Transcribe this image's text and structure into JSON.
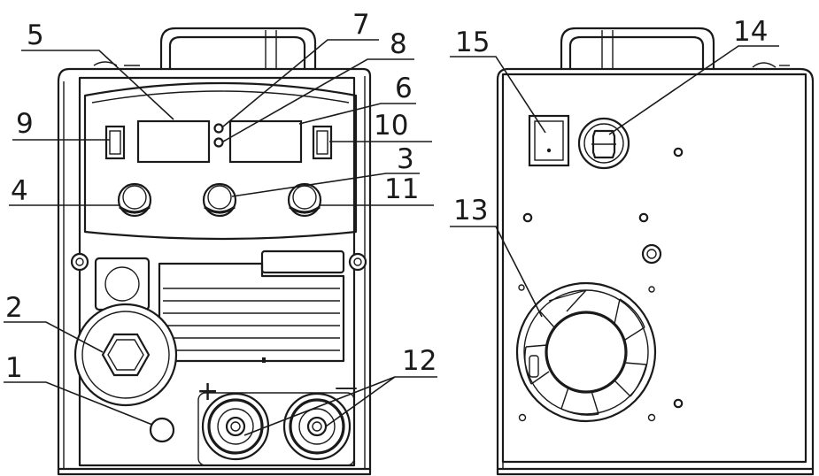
{
  "callouts": [
    {
      "id": "1",
      "text": "1"
    },
    {
      "id": "2",
      "text": "2"
    },
    {
      "id": "3",
      "text": "3"
    },
    {
      "id": "4",
      "text": "4"
    },
    {
      "id": "5",
      "text": "5"
    },
    {
      "id": "6",
      "text": "6"
    },
    {
      "id": "7",
      "text": "7"
    },
    {
      "id": "8",
      "text": "8"
    },
    {
      "id": "9",
      "text": "9"
    },
    {
      "id": "10",
      "text": "10"
    },
    {
      "id": "11",
      "text": "11"
    },
    {
      "id": "12",
      "text": "12"
    },
    {
      "id": "13",
      "text": "13"
    },
    {
      "id": "14",
      "text": "14"
    },
    {
      "id": "15",
      "text": "15"
    }
  ],
  "terminals": {
    "positive": "+",
    "negative": "—"
  },
  "colors": {
    "line": "#1a1a1a",
    "background": "#ffffff"
  }
}
